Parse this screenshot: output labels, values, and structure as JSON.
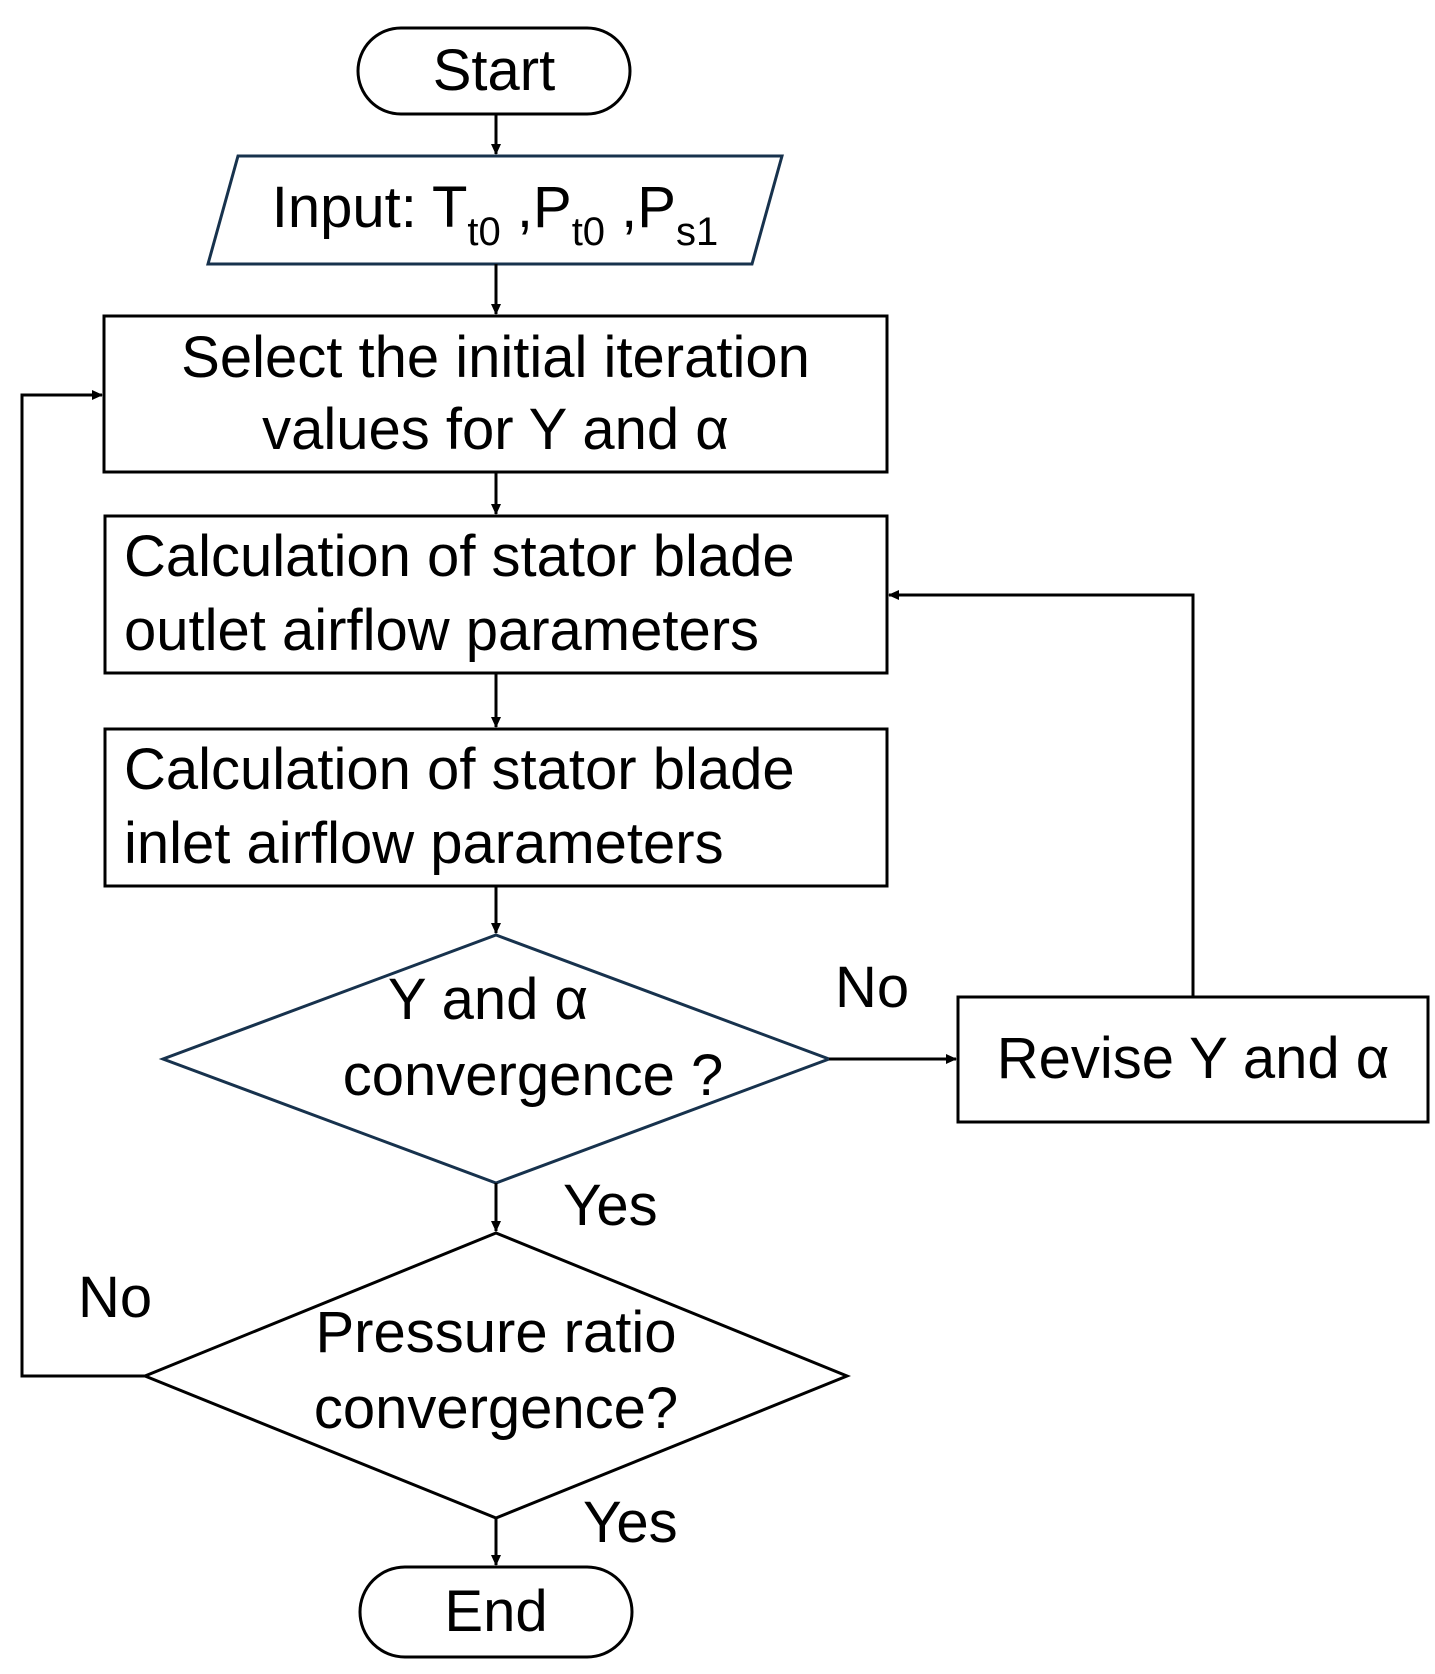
{
  "colors": {
    "shape_stroke": "#17324d",
    "box_stroke": "#000000",
    "arrow": "#000000",
    "text": "#000000",
    "background": "#ffffff"
  },
  "flowchart": {
    "start": "Start",
    "input": {
      "prefix": "Input: ",
      "v1": "T",
      "v1_sub": "t0",
      "sep1": " ,",
      "v2": "P",
      "v2_sub": "t0",
      "sep2": " ,",
      "v3": "P",
      "v3_sub": "s1"
    },
    "select": {
      "line1": "Select the initial iteration",
      "line2": "values for Y and α"
    },
    "outlet": {
      "line1": "Calculation of stator blade",
      "line2": "outlet airflow parameters"
    },
    "inlet": {
      "line1": "Calculation of stator blade",
      "line2": "inlet airflow parameters"
    },
    "decision1": {
      "line1": "Y and α",
      "line2": "convergence ?"
    },
    "revise": "Revise Y and α",
    "decision2": {
      "line1": "Pressure ratio",
      "line2": "convergence?"
    },
    "end": "End",
    "labels": {
      "no1": "No",
      "yes1": "Yes",
      "no2": "No",
      "yes2": "Yes"
    }
  }
}
